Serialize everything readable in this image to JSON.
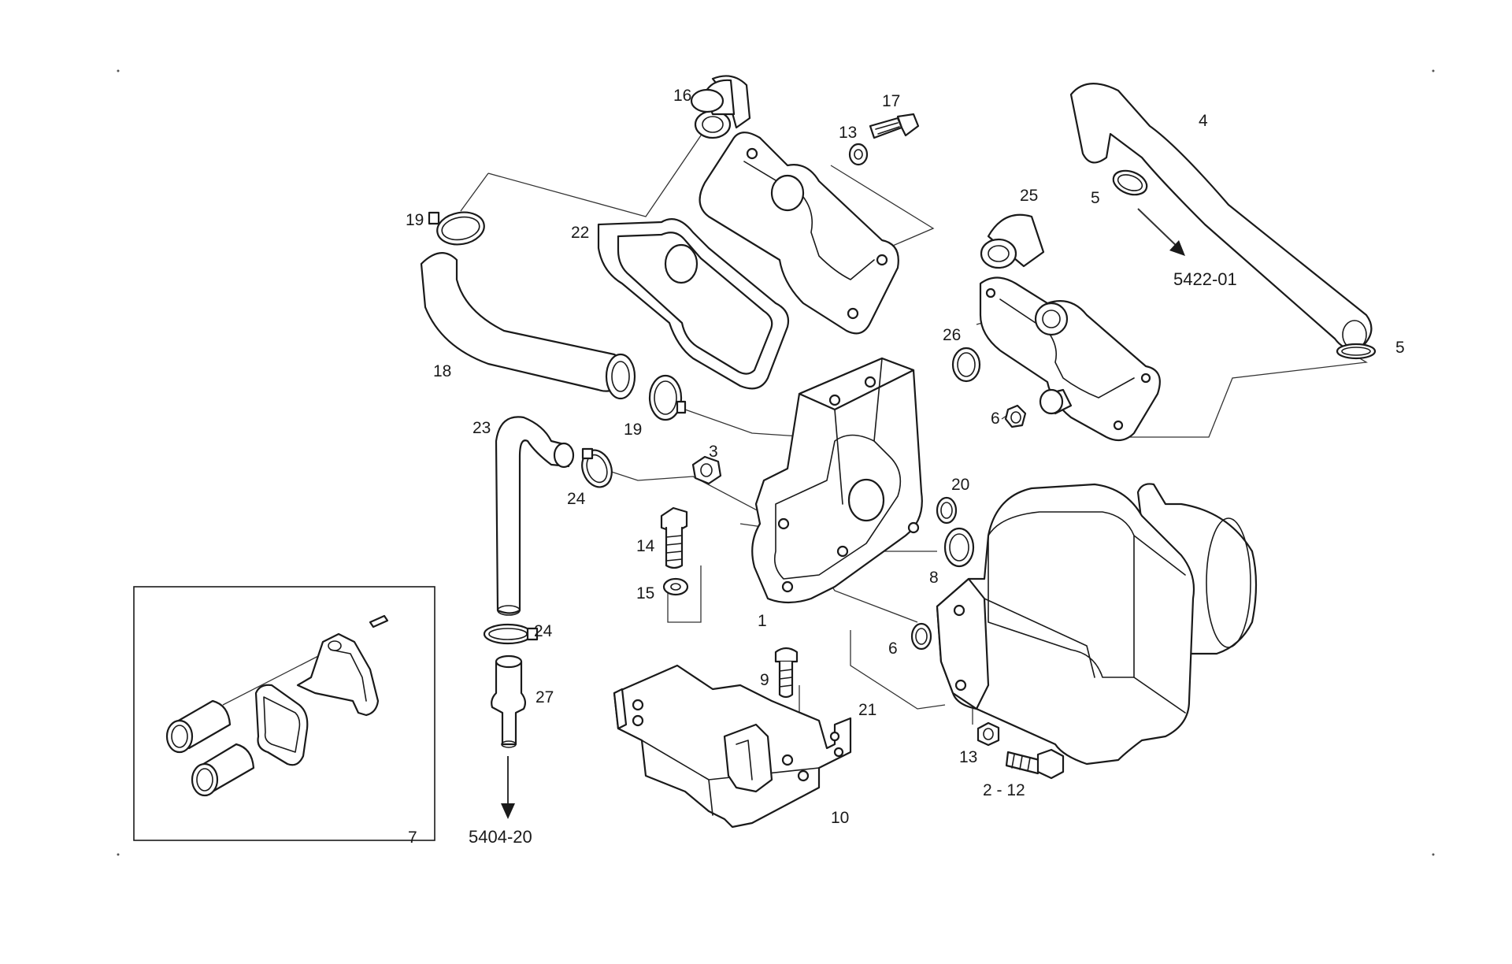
{
  "diagram": {
    "callouts": [
      {
        "id": "c16",
        "text": "16"
      },
      {
        "id": "c17",
        "text": "17"
      },
      {
        "id": "c13a",
        "text": "13"
      },
      {
        "id": "c4",
        "text": "4"
      },
      {
        "id": "c5a",
        "text": "5"
      },
      {
        "id": "c25",
        "text": "25"
      },
      {
        "id": "c19a",
        "text": "19"
      },
      {
        "id": "c22",
        "text": "22"
      },
      {
        "id": "c18",
        "text": "18"
      },
      {
        "id": "c26",
        "text": "26"
      },
      {
        "id": "c5b",
        "text": "5"
      },
      {
        "id": "c6a",
        "text": "6"
      },
      {
        "id": "c23",
        "text": "23"
      },
      {
        "id": "c19b",
        "text": "19"
      },
      {
        "id": "c3",
        "text": "3"
      },
      {
        "id": "c20",
        "text": "20"
      },
      {
        "id": "c24a",
        "text": "24"
      },
      {
        "id": "c14",
        "text": "14"
      },
      {
        "id": "c8",
        "text": "8"
      },
      {
        "id": "c15",
        "text": "15"
      },
      {
        "id": "c1",
        "text": "1"
      },
      {
        "id": "c6b",
        "text": "6"
      },
      {
        "id": "c24b",
        "text": "24"
      },
      {
        "id": "c9",
        "text": "9"
      },
      {
        "id": "c27",
        "text": "27"
      },
      {
        "id": "c21",
        "text": "21"
      },
      {
        "id": "c13b",
        "text": "13"
      },
      {
        "id": "c2-12",
        "text": "2 - 12"
      },
      {
        "id": "c10",
        "text": "10"
      },
      {
        "id": "c7",
        "text": "7"
      }
    ],
    "references": [
      {
        "id": "r5422",
        "text": "5422-01"
      },
      {
        "id": "r5404",
        "text": "5404-20"
      }
    ]
  }
}
